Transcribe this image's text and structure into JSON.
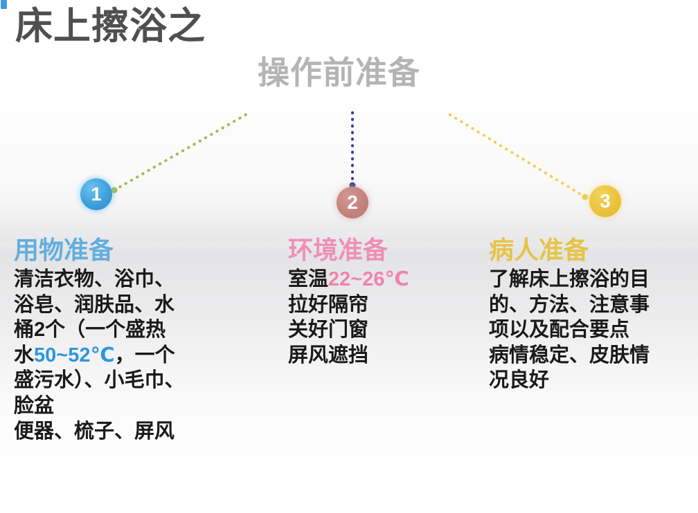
{
  "slide": {
    "title_main": "床上擦浴之",
    "title_sub": "操作前准备",
    "title_main_color": "#4f4f4f",
    "title_sub_color": "#b4b4b4",
    "background_color": "#ffffff"
  },
  "badges": [
    {
      "label": "1",
      "color": "#3d9fdc",
      "connector_color": "#9cbf4e"
    },
    {
      "label": "2",
      "color": "#c4827c",
      "connector_color": "#33418a"
    },
    {
      "label": "3",
      "color": "#ebc23f",
      "connector_color": "#f0cf55"
    }
  ],
  "columns": [
    {
      "heading": "用物准备",
      "heading_color": "#63aede",
      "lines": [
        {
          "parts": [
            {
              "text": "清洁衣物、浴巾、",
              "style": "plain"
            }
          ]
        },
        {
          "parts": [
            {
              "text": "浴皂、润肤品、水",
              "style": "plain"
            }
          ]
        },
        {
          "parts": [
            {
              "text": "桶",
              "style": "plain"
            },
            {
              "text": "2",
              "style": "num"
            },
            {
              "text": "个（一个盛热",
              "style": "plain"
            }
          ]
        },
        {
          "parts": [
            {
              "text": "水",
              "style": "plain"
            },
            {
              "text": "50~52℃",
              "style": "blue"
            },
            {
              "text": "，一个",
              "style": "plain"
            }
          ]
        },
        {
          "parts": [
            {
              "text": "盛污水）、小毛巾、",
              "style": "plain"
            }
          ]
        },
        {
          "parts": [
            {
              "text": "脸盆",
              "style": "plain"
            }
          ]
        },
        {
          "parts": [
            {
              "text": "便器、梳子、屏风",
              "style": "plain"
            }
          ]
        }
      ]
    },
    {
      "heading": "环境准备",
      "heading_color": "#ef8fb4",
      "lines": [
        {
          "parts": [
            {
              "text": "室温",
              "style": "plain"
            },
            {
              "text": "22~26℃",
              "style": "pink"
            }
          ]
        },
        {
          "parts": [
            {
              "text": "拉好隔帘",
              "style": "plain"
            }
          ]
        },
        {
          "parts": [
            {
              "text": "关好门窗",
              "style": "plain"
            }
          ]
        },
        {
          "parts": [
            {
              "text": "屏风遮挡",
              "style": "plain"
            }
          ]
        }
      ]
    },
    {
      "heading": "病人准备",
      "heading_color": "#e7c348",
      "lines": [
        {
          "parts": [
            {
              "text": "了解床上擦浴的目",
              "style": "plain"
            }
          ]
        },
        {
          "parts": [
            {
              "text": "的、方法、注意事",
              "style": "plain"
            }
          ]
        },
        {
          "parts": [
            {
              "text": "项以及配合要点",
              "style": "plain"
            }
          ]
        },
        {
          "parts": [
            {
              "text": "病情稳定、皮肤情",
              "style": "plain"
            }
          ]
        },
        {
          "parts": [
            {
              "text": "况良好",
              "style": "plain"
            }
          ]
        }
      ]
    }
  ]
}
